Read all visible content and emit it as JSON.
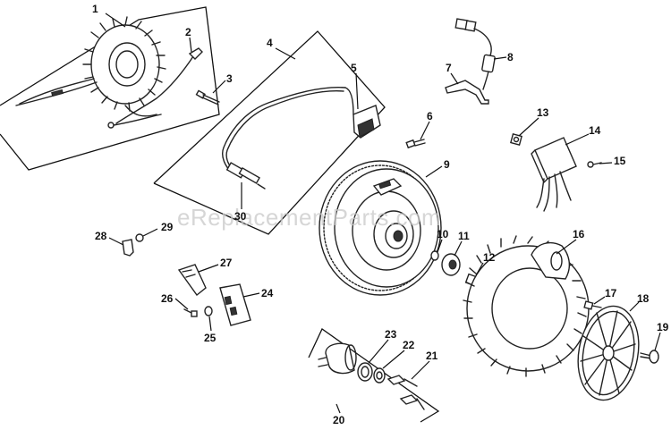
{
  "watermark": "eReplacementParts.com",
  "callouts": [
    "1",
    "2",
    "3",
    "4",
    "5",
    "6",
    "7",
    "8",
    "9",
    "10",
    "11",
    "12",
    "13",
    "14",
    "15",
    "16",
    "17",
    "18",
    "19",
    "20",
    "21",
    "22",
    "23",
    "24",
    "25",
    "26",
    "27",
    "28",
    "29",
    "30"
  ]
}
